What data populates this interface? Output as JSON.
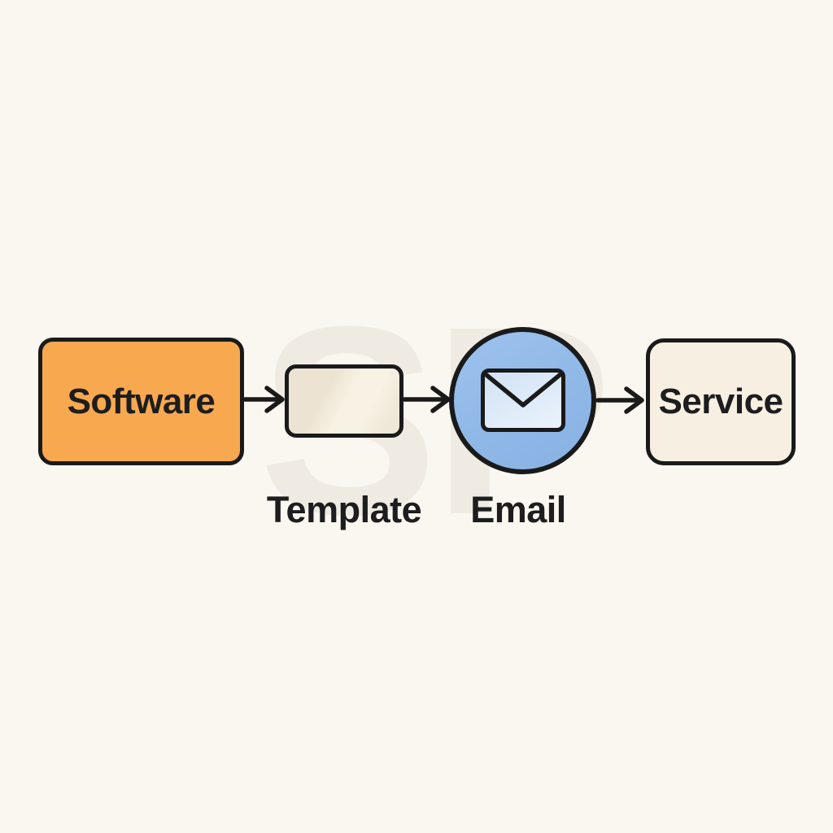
{
  "page": {
    "background_color": "#FAF7F0",
    "watermark_text": "SP",
    "watermark_color": "#EFEBE2"
  },
  "diagram": {
    "type": "flowchart",
    "flow_direction": "left-to-right",
    "stroke_color": "#1A1A1A",
    "nodes": [
      {
        "id": "software",
        "label": "Software",
        "shape": "rounded-rectangle",
        "fill": "#F8A94F",
        "label_position": "inside"
      },
      {
        "id": "template",
        "label": "Template",
        "shape": "rounded-rectangle",
        "fill": "#F4EDDE",
        "label_position": "below"
      },
      {
        "id": "email",
        "label": "Email",
        "shape": "circle",
        "fill": "#92BAE8",
        "icon": "envelope-icon",
        "icon_fill": "#DDEAF8",
        "label_position": "below"
      },
      {
        "id": "service",
        "label": "Service",
        "shape": "rounded-rectangle",
        "fill": "#F7F0E2",
        "label_position": "inside"
      }
    ],
    "edges": [
      {
        "from": "software",
        "to": "template",
        "style": "arrow"
      },
      {
        "from": "template",
        "to": "email",
        "style": "arrow"
      },
      {
        "from": "email",
        "to": "service",
        "style": "arrow"
      }
    ]
  }
}
